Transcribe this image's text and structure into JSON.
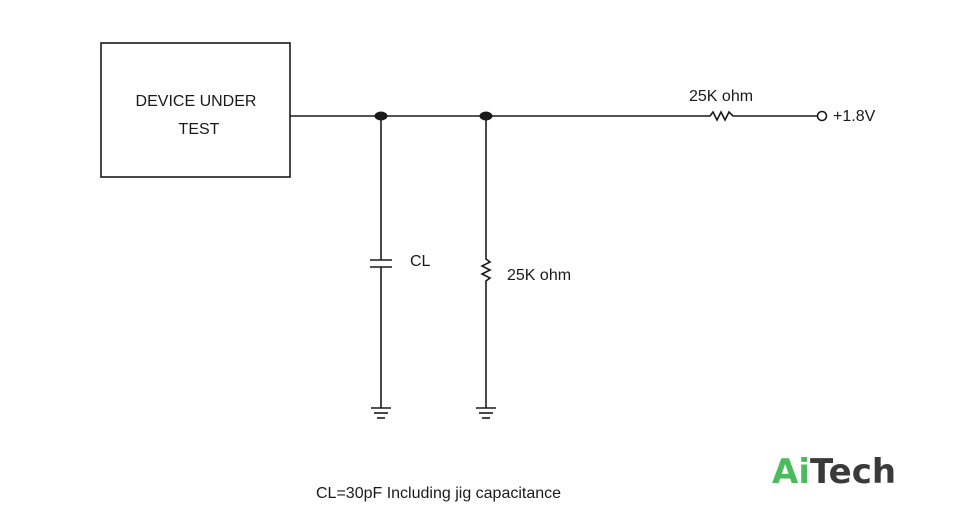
{
  "diagram": {
    "dut_label_line1": "DEVICE UNDER",
    "dut_label_line2": "TEST",
    "capacitor_label": "CL",
    "shunt_resistor_label": "25K ohm",
    "series_resistor_label": "25K ohm",
    "supply_label": "+1.8V",
    "note": "CL=30pF Including jig capacitance"
  },
  "logo": {
    "part1": "Ai",
    "part2": "Tech",
    "color_ai": "#4cbb5e",
    "color_tech": "#3a3a3a"
  }
}
